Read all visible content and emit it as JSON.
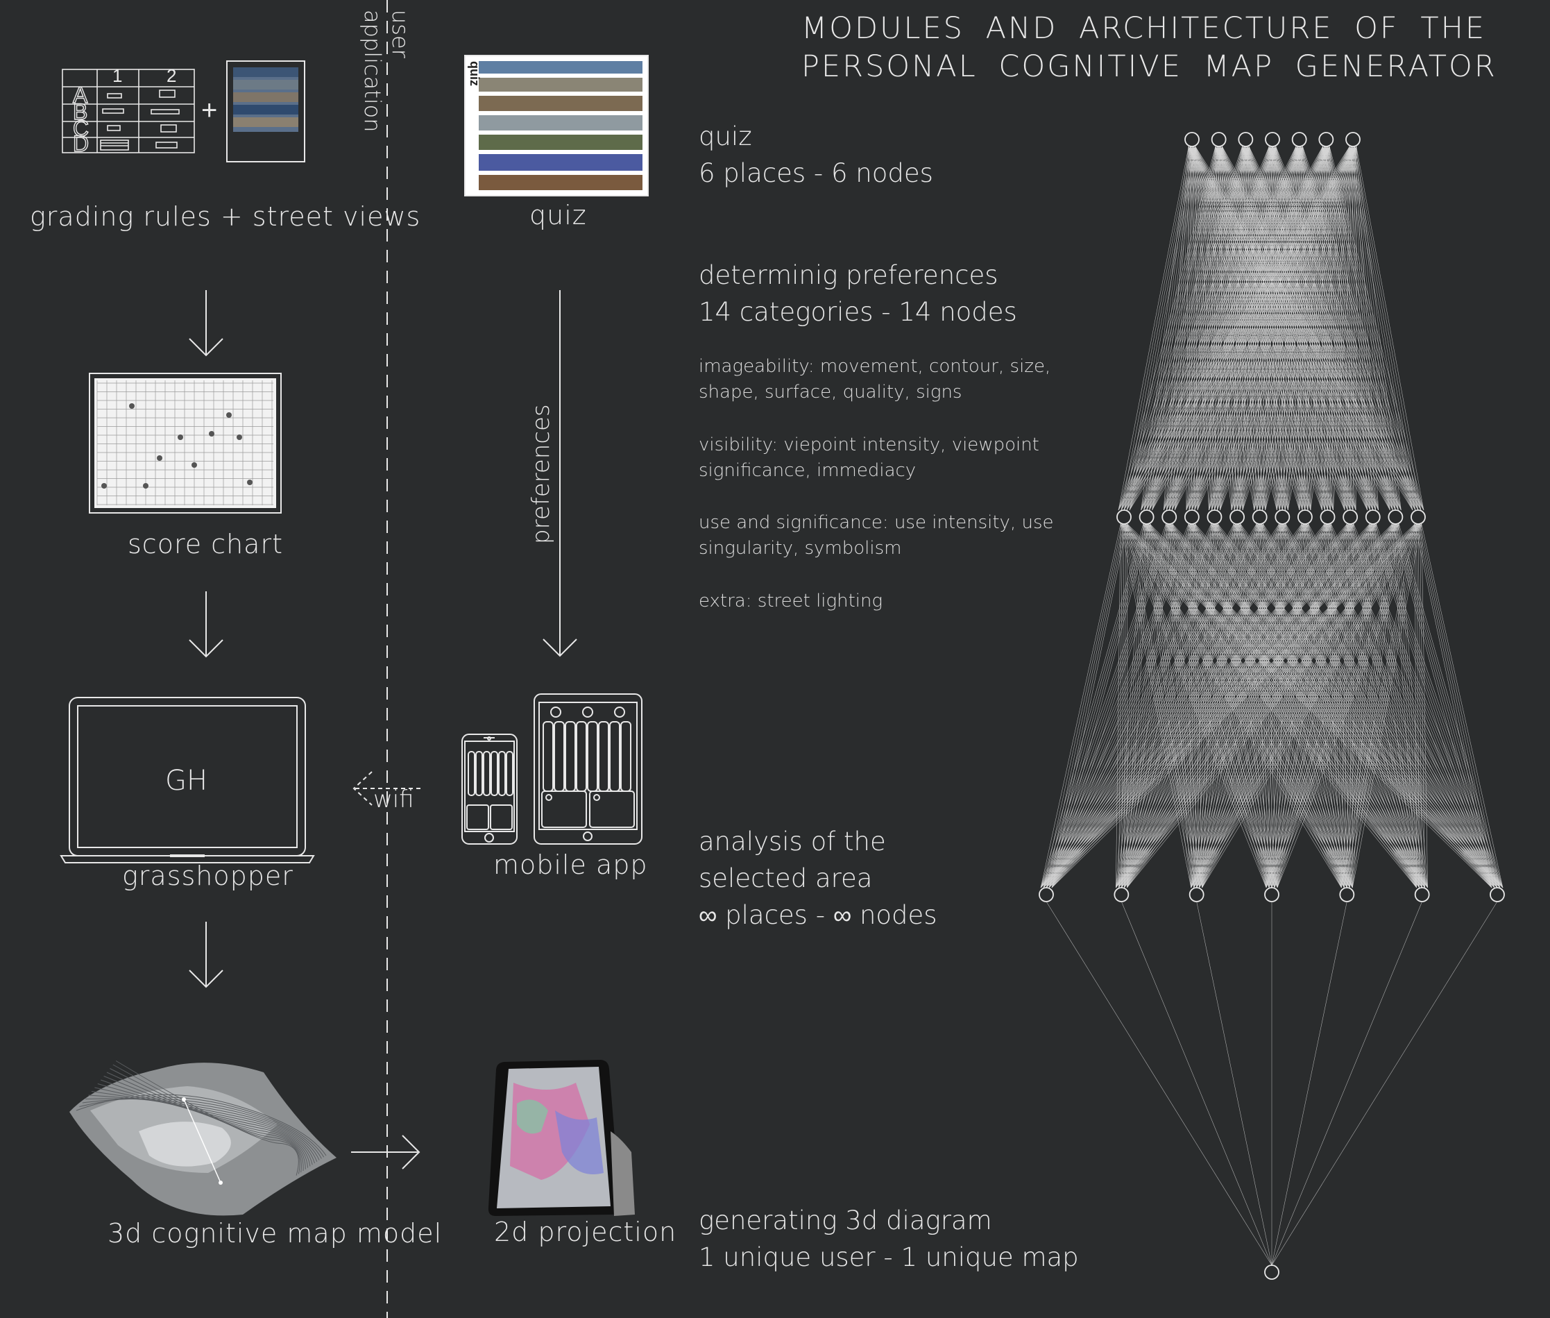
{
  "title": [
    "MODULES AND ARCHITECTURE OF THE",
    "PERSONAL COGNITIVE MAP GENERATOR"
  ],
  "divider": {
    "label_line1": "user",
    "label_line2": "application"
  },
  "left_column": {
    "grading_rules_columns": [
      "1",
      "2"
    ],
    "grading_rules_rows": [
      "A",
      "B",
      "C",
      "D"
    ],
    "plus": "+",
    "grading_label": "grading rules + street views",
    "score_label": "score chart",
    "laptop_screen_text": "GH",
    "laptop_label": "grasshopper",
    "model_label": "3d cognitive map model"
  },
  "middle_column": {
    "quiz_thumb_text": "quiz",
    "quiz_label": "quiz",
    "preferences_label": "preferences",
    "wifi_label": "wifi",
    "mobile_label": "mobile app",
    "projection_label": "2d projection"
  },
  "stages": {
    "quiz": [
      "quiz",
      "6 places - 6 nodes"
    ],
    "preferences": [
      "determinig preferences",
      "14 categories - 14 nodes"
    ],
    "categories": [
      [
        "imageability: movement, contour, size,",
        "shape, surface, quality, signs"
      ],
      [
        "visibility: viepoint intensity, viewpoint",
        "significance, immediacy"
      ],
      [
        "use and significance: use  intensity, use",
        "singularity, symbolism"
      ],
      [
        "extra: street lighting"
      ]
    ],
    "analysis": [
      "analysis of the",
      "selected area",
      "∞ places - ∞ nodes"
    ],
    "generating": [
      "generating 3d diagram",
      "1 unique  user - 1 unique map"
    ]
  },
  "network": {
    "layer_counts": [
      7,
      14,
      7,
      1
    ]
  },
  "colors": {
    "background": "#2a2c2d",
    "line": "#e8e8e8"
  }
}
